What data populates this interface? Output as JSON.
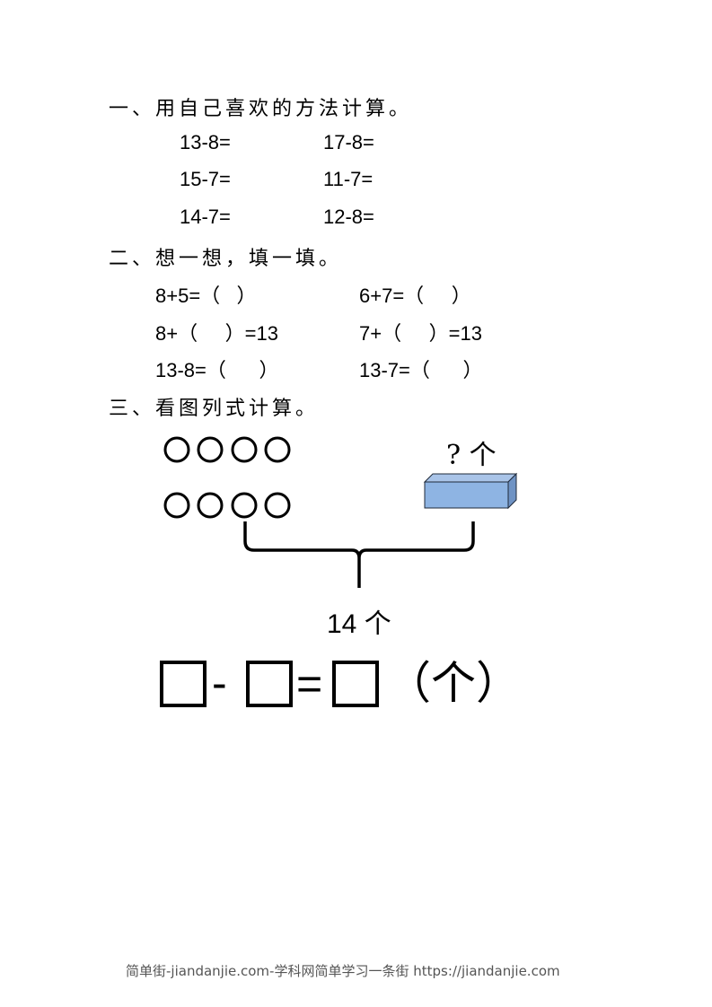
{
  "section1": {
    "title": "一、用自己喜欢的方法计算。",
    "problems": [
      [
        "13-8=",
        "17-8="
      ],
      [
        "15-7=",
        "11-7="
      ],
      [
        "14-7=",
        "12-8="
      ]
    ]
  },
  "section2": {
    "title": "二、想一想，填一填。",
    "problems": [
      [
        "8+5=（   ）",
        "6+7=（     ）"
      ],
      [
        "8+（     ）=13",
        "7+（     ）=13"
      ],
      [
        "13-8=（      ）",
        "13-7=（      ）"
      ]
    ]
  },
  "section3": {
    "title": "三、看图列式计算。",
    "circles_per_row": 4,
    "circle_rows": 2,
    "unknown_label": "? 个",
    "total_label": "14 个",
    "box_color": "#8eb4e3",
    "equation": {
      "minus": "-",
      "equals": "=",
      "unit": "（个）"
    }
  },
  "footer": {
    "text": "简单街-jiandanjie.com-学科网简单学习一条街 https://jiandanjie.com"
  }
}
